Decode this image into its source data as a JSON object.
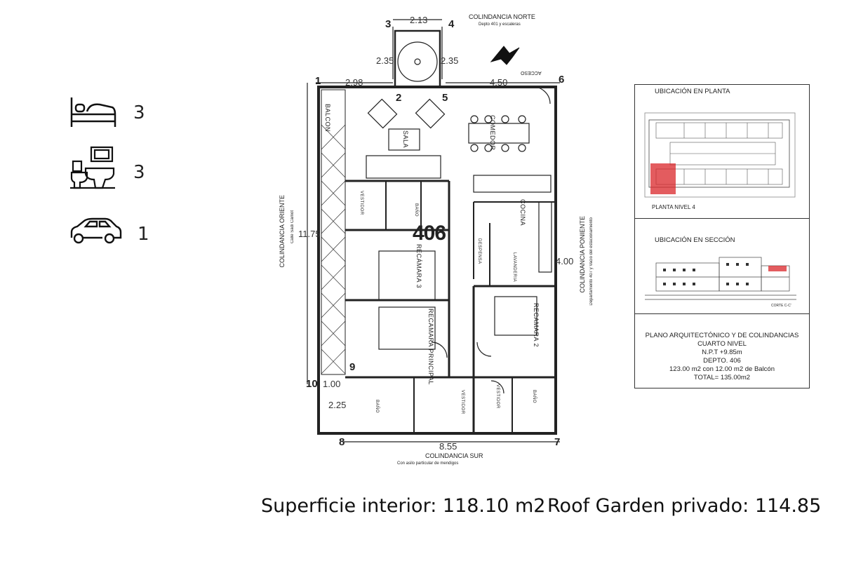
{
  "features": [
    {
      "icon": "bed-icon",
      "value": "3"
    },
    {
      "icon": "bathroom-icon",
      "value": "3"
    },
    {
      "icon": "car-icon",
      "value": "1"
    }
  ],
  "plan": {
    "north_label": "COLINDANCIA NORTE",
    "north_sub": "Depto 401 y escaleras",
    "south_label": "COLINDANCIA SUR",
    "south_sub": "Con asilo particular de mendigos",
    "east_label": "COLINDANCIA ORIENTE",
    "east_sub": "Calle Sadi Carnot",
    "west_label": "COLINDANCIA PONIENTE",
    "west_sub": "Departamento 407 y Vacio del estacionamiento",
    "acceso": "ACCESO",
    "unit": "406",
    "dims": {
      "d213": "2.13",
      "d235a": "2.35",
      "d235b": "2.35",
      "d298": "2.98",
      "d450": "4.50",
      "d1175": "11.75",
      "d400": "4.00",
      "d100": "1.00",
      "d225": "2.25",
      "d855": "8.55"
    },
    "points": {
      "p1": "1",
      "p2": "2",
      "p3": "3",
      "p4": "4",
      "p5": "5",
      "p6": "6",
      "p7": "7",
      "p8": "8",
      "p9": "9",
      "p10": "10"
    },
    "rooms": {
      "balcon": "BALCON",
      "sala": "SALA",
      "comedor": "COMEDOR",
      "cocina": "COCINA",
      "vestidor1": "VESTIDOR",
      "bano1": "BAÑO",
      "recamara3": "RECÁMARA 3",
      "despensa": "DESPENSA",
      "lavanderia": "LAVANDERIA",
      "recamara_principal": "RECAMARA PRINCIPAL",
      "recamara2": "RECAMARA 2",
      "bano2": "BAÑO",
      "vestidor2": "VESTIDOR",
      "vestidor3": "VESTIDOR",
      "bano3": "BAÑO"
    }
  },
  "location_panel": {
    "planta_title": "UBICACIÓN EN PLANTA",
    "planta_caption": "PLANTA NIVEL 4",
    "seccion_title": "UBICACIÓN EN SECCIÓN",
    "corte": "CORTE C-C'",
    "info": [
      "PLANO ARQUITECTÓNICO Y DE COLINDANCIAS",
      "CUARTO NIVEL",
      "N.P.T +9.85m",
      "DEPTO. 406",
      "123.00 m2 con 12.00 m2 de Balcón",
      "TOTAL= 135.00m2"
    ]
  },
  "summary": {
    "interior": "Superficie interior: 118.10 m2",
    "roof": "Roof Garden privado: 114.85"
  },
  "colors": {
    "highlight": "#d9252a",
    "line": "#222222"
  }
}
